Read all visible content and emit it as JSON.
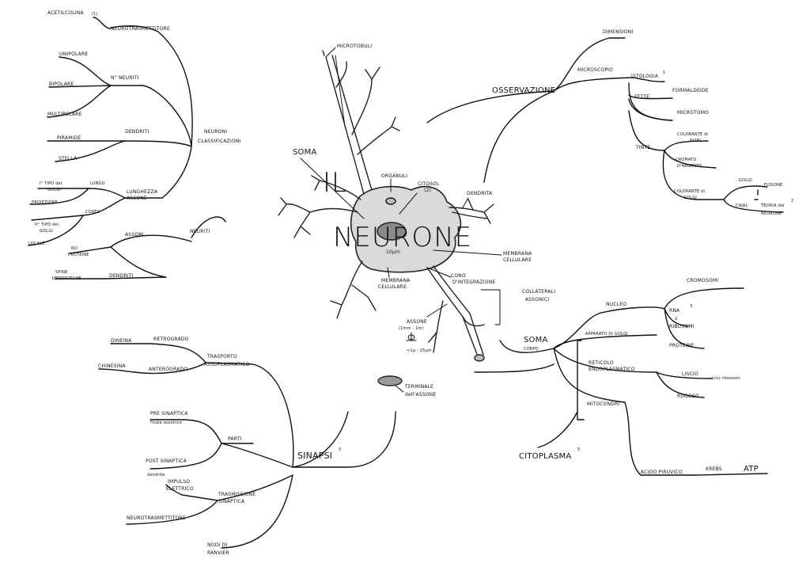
{
  "title": {
    "line1": "IL",
    "line2": "NEURONE"
  },
  "neuron": {
    "microtubuli": "MICROTOBULI",
    "soma": "SOMA",
    "organuli": "ORGANULI",
    "citosol": "CITOSOL",
    "citosol_note": "(2)",
    "dendrita": "DENDRITA",
    "size": "10µm",
    "membrana_left": "MEMBRANA",
    "membrana_left_2": "CELLULARE",
    "membrana_right": "MEMBRANA",
    "membrana_right_2": "CELLULARE",
    "cono": "CONO",
    "cono_2": "D'INTEGRAZIONE",
    "collaterali": "COLLATERALI",
    "collaterali_2": "ASSONICI",
    "assone": "ASSONE",
    "assone_dim": "(1mm - 1m)",
    "assone_diam": "<1µ - 25µm",
    "terminale": "TERMINALE",
    "terminale_2": "dell'ASSONE"
  },
  "left_top": {
    "acetilcolina": "ACETILCOLINA",
    "acetilcolina_mark": "(1)",
    "neurotrasmettitore": "NEUROTRASMETTITORE",
    "unipolare": "UNIPOLARE",
    "bipolare": "BIPOLARE",
    "multipolare": "MULTIPOLARE",
    "n_neuriti": "N° NEURITI",
    "piramide": "PIRAMIDE",
    "dendriti": "DENDRITI",
    "stella": "STELLA",
    "neuroni_class": "NEURONI",
    "neuroni_class_2": "CLASSIFICAZIONI",
    "tipo1": "I° TIPO del",
    "tipo1_2": "GOLGI",
    "lungo": "LUNGO",
    "proiezione": "PROIEZIONE",
    "lunghezza": "LUNGHEZZA",
    "lunghezza_2": "ASSONE",
    "tipo2": "II° TIPO del",
    "tipo2_2": "GOLGI",
    "corto": "CORTO",
    "locale": "LOCALE",
    "no_proteine": "NO",
    "no_proteine_2": "PROTEINE",
    "assoni": "ASSONI",
    "neuriti": "NEURITI",
    "spine": "SPINE",
    "spine_2": "DENDRITICHE",
    "dendriti2": "DENDRITI"
  },
  "right_top": {
    "dimensioni": "DIMENSIONI",
    "osservazione": "OSSERVAZIONE",
    "microscopio": "MICROSCOPIO",
    "istologia": "ISTOLOGIA",
    "istologia_mark": "1",
    "fette": "FETTE",
    "formaldeide": "FORMALDEIDE",
    "microtomo": "MICROTOMO",
    "tinte": "TINTE",
    "colorante_nisel": "COLORANTE di",
    "colorante_nisel_2": "NISEL",
    "cromato": "CROMATO",
    "cromato_2": "D'ARGENTO",
    "colorante_golgi": "COLORANTE di",
    "colorante_golgi_2": "GOLGI",
    "golgi": "GOLGI",
    "fusione": "FUSIONE",
    "cajal": "CAJAL",
    "teoria": "TEORIA del",
    "teoria_2": "NEURONE",
    "teoria_mark": "2"
  },
  "right_bottom": {
    "soma": "SOMA",
    "soma_sub": "CORPO",
    "nucleo": "NUCLEO",
    "cromosomi": "CROMOSOMI",
    "rna": "RNA",
    "rna_mark": "3",
    "arrow": "⇓",
    "ribosomi": "RIBOSOMI",
    "proteine": "PROTEINE",
    "apparato": "APPARATO DI GOLGI",
    "reticolo": "RETICOLO",
    "reticolo_2": "ENDOPLASMATICO",
    "liscio": "LISCIO",
    "liscio_note": "(no) ribosomi",
    "rugoso": "RUGOSO",
    "mitocondri": "MITOCONDRI",
    "citoplasma": "CITOPLASMA",
    "citoplasma_mark": "S",
    "acido": "ACIDO PIRUVICO",
    "krebs": "KREBS",
    "atp": "ATP"
  },
  "left_bottom": {
    "dineina": "DINEINA",
    "retrogrado": "RETROGRADO",
    "chinesina": "CHINESINA",
    "anterogrado": "ANTEROGRADO",
    "trasporto": "TRASPORTO",
    "trasporto_2": "ASSOPLASMATICO",
    "pre": "PRE SINAPTICA",
    "pre_sub": "finale assonico",
    "parti": "PARTI",
    "post": "POST SINAPTICA",
    "post_sub": "dendrite",
    "impulso": "IMPULSO",
    "impulso_2": "ELETTRICO",
    "trasmissione": "TRASMISSIONE",
    "trasmissione_2": "SINAPTICA",
    "neurotrasmettitore": "NEUROTRASMETTITORE",
    "nodi": "NODI DI",
    "nodi_2": "RANVIER",
    "sinapsi": "SINAPSI",
    "sinapsi_mark": "S"
  }
}
